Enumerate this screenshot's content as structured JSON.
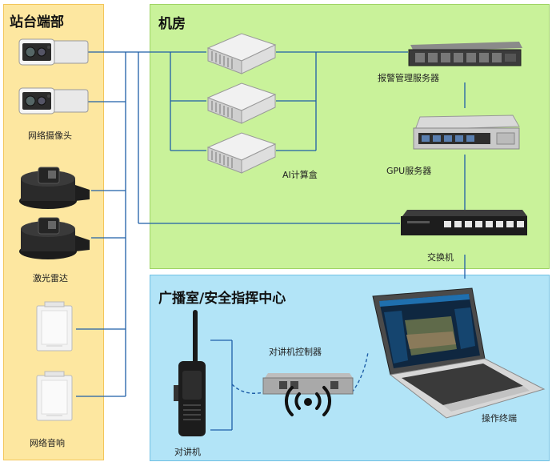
{
  "zones": {
    "station": {
      "title": "站台端部"
    },
    "machine_room": {
      "title": "机房"
    },
    "broadcast": {
      "title": "广播室/安全指挥中心"
    }
  },
  "devices": {
    "cameras": {
      "label": "网络摄像头"
    },
    "lidars": {
      "label": "激光雷达"
    },
    "speakers": {
      "label": "网络音响"
    },
    "ai_box": {
      "label": "AI计算盒"
    },
    "alarm_server": {
      "label": "报警管理服务器"
    },
    "gpu_server": {
      "label": "GPU服务器"
    },
    "switch": {
      "label": "交换机"
    },
    "intercom_controller": {
      "label": "对讲机控制器"
    },
    "intercom": {
      "label": "对讲机"
    },
    "terminal": {
      "label": "操作终端"
    }
  },
  "colors": {
    "line": "#1f5fa8",
    "station_bg": "#fde7a0",
    "machine_bg": "#c9f29a",
    "broadcast_bg": "#b2e4f7"
  }
}
